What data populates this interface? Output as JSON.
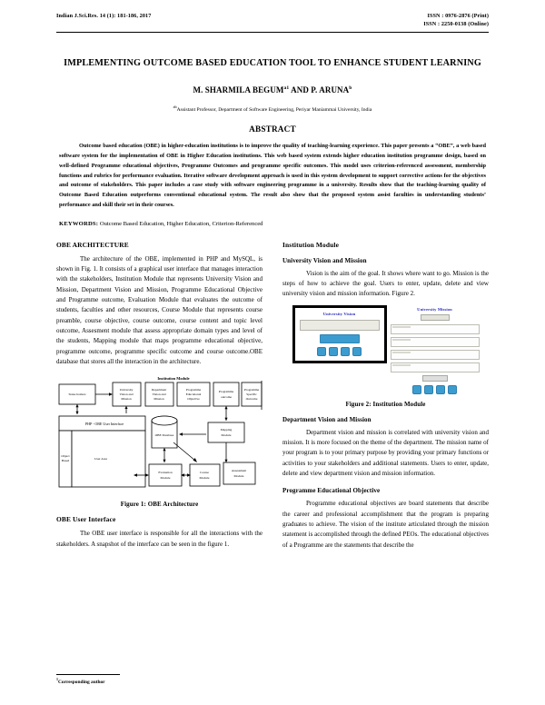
{
  "runhead": {
    "journal_ref": "Indian J.Sci.Res. 14 (1): 181-186, 2017",
    "issn_print": "ISSN : 0976-2876 (Print)",
    "issn_online": "ISSN : 2250-0138 (Online)"
  },
  "title": "IMPLEMENTING OUTCOME BASED EDUCATION TOOL TO ENHANCE STUDENT LEARNING",
  "authors": {
    "line": "M. SHARMILA BEGUM",
    "sup1": "a1",
    "conj": " AND P. ARUNA",
    "sup2": "b",
    "affiliation_sup": "ab",
    "affiliation": "Assistant Professor, Department of Software Engineering, Periyar Maniammai University, India"
  },
  "abstract": {
    "heading": "ABSTRACT",
    "text": "Outcome based education (OBE) in higher-education institutions is to improve the quality of teaching-learning experience. This paper presents a “OBE”, a web based software system for the implementation of OBE in Higher Education institutions. This web based system extends higher education institution programme design, based on well-defined Programme educational objectives, Programme Outcomes and programme specific outcomes. This model uses criterion-referenced assessment, membership functions and rubrics for performance evaluation. Iterative software development approach is used in this system development to support corrective actions for the objectives and outcome of stakeholders. This paper includes a case study with software engineering programme in a university. Results show that the teaching-learning quality of Outcome Based Education outperforms conventional educational system. The result also show that the proposed system assist faculties in understanding students’ performance and skill their set in their courses.",
    "keywords_label": "KEYWORDS:",
    "keywords_value": " Outcome Based Education, Higher Education, Criterion-Referenced"
  },
  "left_column": {
    "section_heading": "OBE ARCHITECTURE",
    "paragraph_1": "The architecture of the OBE, implemented in PHP and MySQL, is shown in Fig. 1. It consists of a graphical user interface that manages interaction with the stakeholders, Institution Module that represents University Vision and Mission, Department Vision and Mission, Programme Educational Objective and Programme outcome, Evaluation Module that evaluates the outcome of students, faculties and other resources, Course Module that represents course preamble, course objective, course outcome, course content and topic level outcome, Assesment module that assess appropriate domain types and level of the students, Mapping module that maps programme educational objective, programme outcome, programme specific outcome and course outcome.OBE database that stores all the interaction in the architecture.",
    "figure1_caption": "Figure 1: OBE Architecture",
    "ui_heading": "OBE User Interface",
    "ui_paragraph": "The OBE user interface is responsible for all the interactions with the stakeholders. A snapshot of the interface can be seen in the figure 1."
  },
  "figure1": {
    "module_label": "Institution Module",
    "boxes": {
      "stakeholder": "Stake holders",
      "university_vm": "University Vision and Mission",
      "department_vm": "Department Vision and Mission",
      "peo": "Programme Educational Objective",
      "po": "Programme outcome",
      "pso": "Programme Specific Outcome",
      "ui": "PHP - OBE User Interface",
      "object_based": "Object Based",
      "user_area": "User Area",
      "database": "OBE Database",
      "mapping": "Mapping Module",
      "evaluation": "Evaluation Module",
      "course": "Course Module",
      "assessment": "Assessment Module"
    }
  },
  "right_column": {
    "institution_heading": "Institution Module",
    "uvm_heading": "University Vision and Mission",
    "uvm_paragraph": "Vision is the aim of the goal. It shows where want to go. Mission is the steps of how to achieve the goal. Users to enter, update, delete and view university vision and mission information. Figure 2.",
    "figure2_caption": "Figure 2: Institution Module",
    "dvm_heading": "Department Vision and Mission",
    "dvm_paragraph": "Department vision and mission is correlated with university vision and mission. It is more focused on the theme of the department. The mission name of your program is to your primary purpose by providing your primary functions or activities to your stakeholders and additional statements. Users to enter, update, delete and view department vision and mission information.",
    "peo_heading": "Programme Educational Objective",
    "peo_paragraph": "Programme educational objectives are board statements that describe the career and professional accomplishment that the program is preparing graduates to achieve. The vision of the institute articulated through the mission statement is accomplished through the defined PEOs. The educational objectives of a Programme are the statements that describe the"
  },
  "figure2": {
    "vision_panel_title": "University Vision",
    "mission_panel_title": "University Mission"
  },
  "footnote": {
    "marker": "1",
    "text": "Corresponding author"
  }
}
